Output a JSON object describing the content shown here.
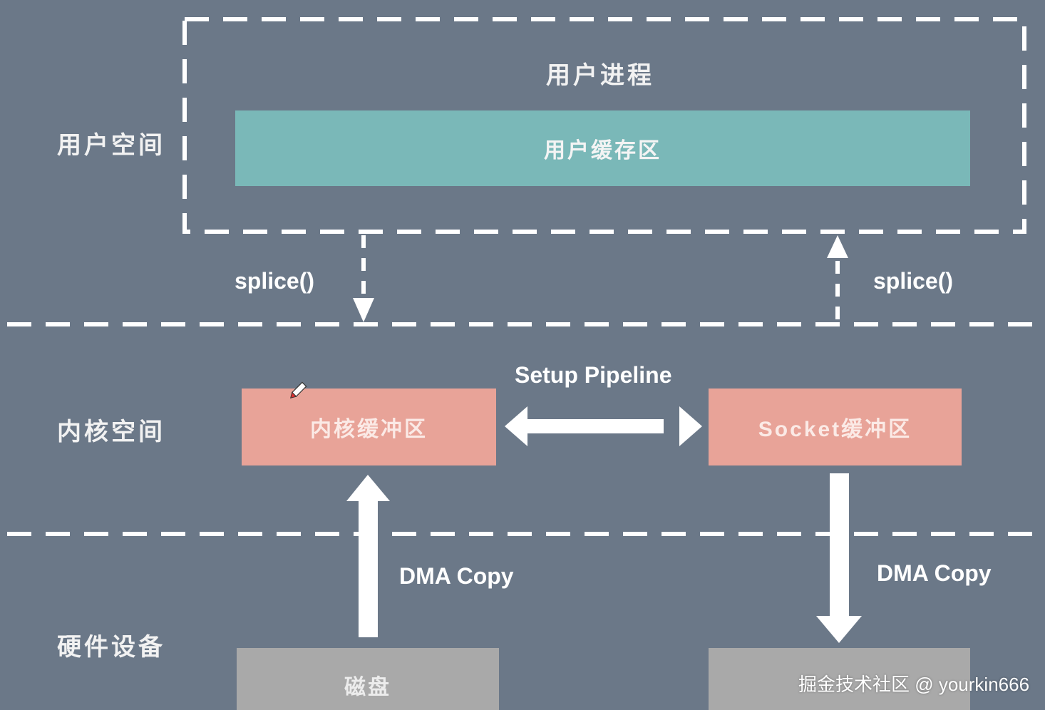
{
  "zones": {
    "user_space": "用户空间",
    "kernel_space": "内核空间",
    "hardware": "硬件设备"
  },
  "user_process": {
    "title": "用户进程",
    "buffer": "用户缓存区"
  },
  "kernel": {
    "kernel_buffer": "内核缓冲区",
    "socket_buffer": "Socket缓冲区",
    "pipeline_label": "Setup Pipeline"
  },
  "splice": {
    "left_label": "splice()",
    "right_label": "splice()"
  },
  "hardware": {
    "disk": "磁盘",
    "dma_left": "DMA Copy",
    "dma_right": "DMA Copy"
  },
  "watermark": "掘金技术社区 @ yourkin666",
  "colors": {
    "background": "#6b7888",
    "user_buffer": "#7ab8b8",
    "kernel_box": "#e8a398",
    "hardware_box": "#a9a9a9",
    "lines": "#ffffff"
  },
  "icons": {
    "pencil": "pencil-cursor-icon"
  }
}
